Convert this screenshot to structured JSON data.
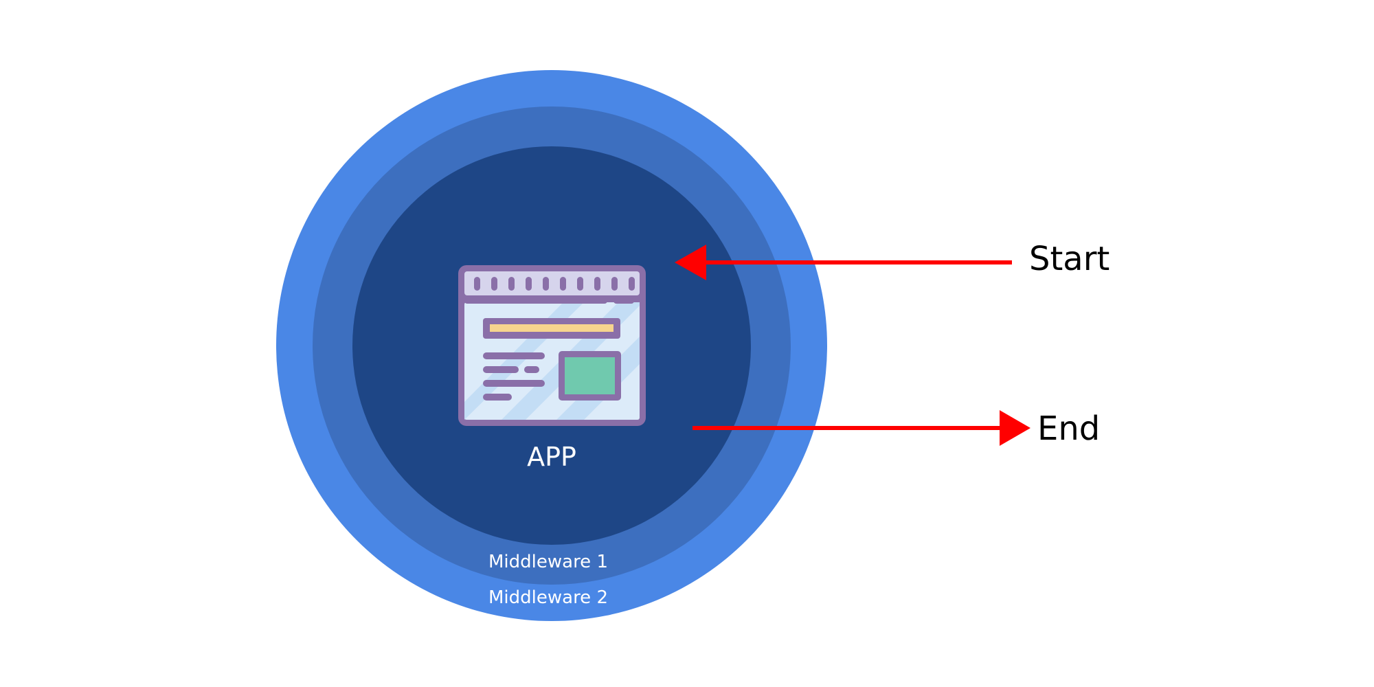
{
  "diagram": {
    "center_label": "APP",
    "layers": [
      {
        "label": "Middleware 1",
        "color": "#3d6fbf"
      },
      {
        "label": "Middleware 2",
        "color": "#4a87e6"
      }
    ],
    "core_color": "#1e4686",
    "arrows": {
      "start": {
        "label": "Start",
        "color": "#ff0000"
      },
      "end": {
        "label": "End",
        "color": "#ff0000"
      }
    },
    "icon": "app-window-icon"
  }
}
